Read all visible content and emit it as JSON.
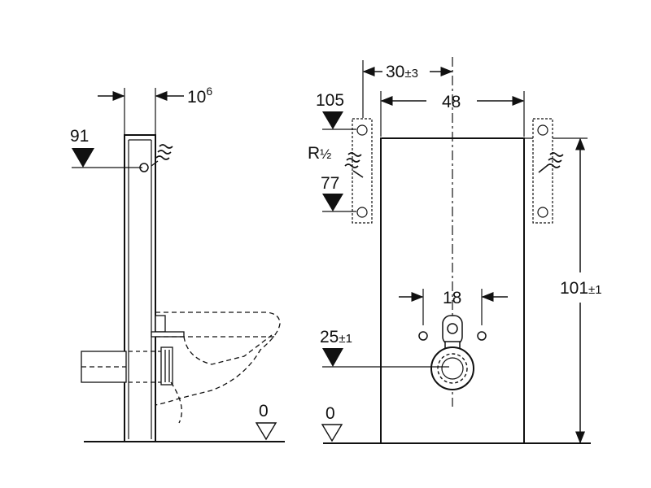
{
  "side_view": {
    "dim_depth": "10",
    "dim_depth_sup": "6",
    "height_connection": "91",
    "floor_level": "0"
  },
  "front_view": {
    "dim_offset": "30",
    "dim_offset_tol": "±3",
    "dim_width": "48",
    "dim_height": "101",
    "dim_height_tol": "±1",
    "dim_bolt_spacing": "18",
    "height_upper": "105",
    "height_lower": "77",
    "thread_label": "R",
    "thread_fraction": "½",
    "height_drain": "25",
    "height_drain_tol": "±1",
    "floor_level": "0"
  },
  "colors": {
    "line": "#111111",
    "background": "#ffffff"
  }
}
